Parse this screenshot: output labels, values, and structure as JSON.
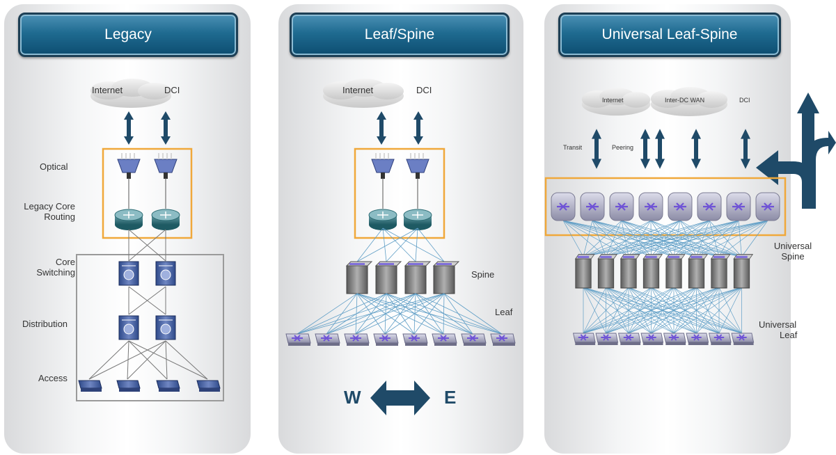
{
  "panels": {
    "legacy": {
      "title": "Legacy",
      "internet": "Internet",
      "dci": "DCI",
      "optical": "Optical",
      "legacy_core_1": "Legacy Core",
      "legacy_core_2": "Routing",
      "core_1": "Core",
      "core_2": "Switching",
      "distribution": "Distribution",
      "access": "Access"
    },
    "leaf_spine": {
      "title": "Leaf/Spine",
      "internet": "Internet",
      "dci": "DCI",
      "spine": "Spine",
      "leaf": "Leaf",
      "west": "W",
      "east": "E"
    },
    "universal": {
      "title": "Universal Leaf-Spine",
      "internet": "Internet",
      "inter_dc_wan": "Inter-DC WAN",
      "dci": "DCI",
      "transit": "Transit",
      "peering": "Peering",
      "universal_spine_1": "Universal",
      "universal_spine_2": "Spine",
      "universal_leaf_1": "Universal",
      "universal_leaf_2": "Leaf"
    }
  },
  "colors": {
    "arrow": "#1f4a68",
    "highlight_box": "#f0a83a",
    "gray_box": "#9a9a9a",
    "link": "#5f9ec6"
  }
}
